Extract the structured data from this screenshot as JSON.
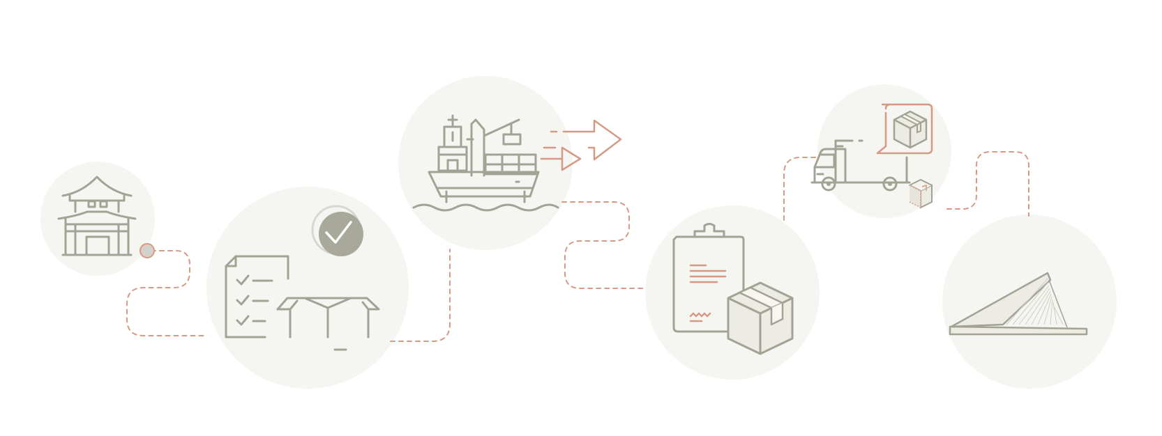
{
  "colors": {
    "background": "#ffffff",
    "circle_fill": "#f5f5f1",
    "icon_stroke": "#a2a394",
    "accent": "#d49a86",
    "box_fill": "#ecebe4",
    "check_fill": "#a8a99a"
  },
  "steps": [
    {
      "id": "origin",
      "icon": "pagoda-icon"
    },
    {
      "id": "packing",
      "icon": "checklist-box-icon"
    },
    {
      "id": "shipping",
      "icon": "cargo-ship-icon"
    },
    {
      "id": "customs",
      "icon": "clipboard-package-icon"
    },
    {
      "id": "delivery",
      "icon": "delivery-truck-icon"
    },
    {
      "id": "destination",
      "icon": "bridge-icon"
    }
  ],
  "connector": {
    "style": "dashed",
    "icon": "dashed-route-line"
  }
}
